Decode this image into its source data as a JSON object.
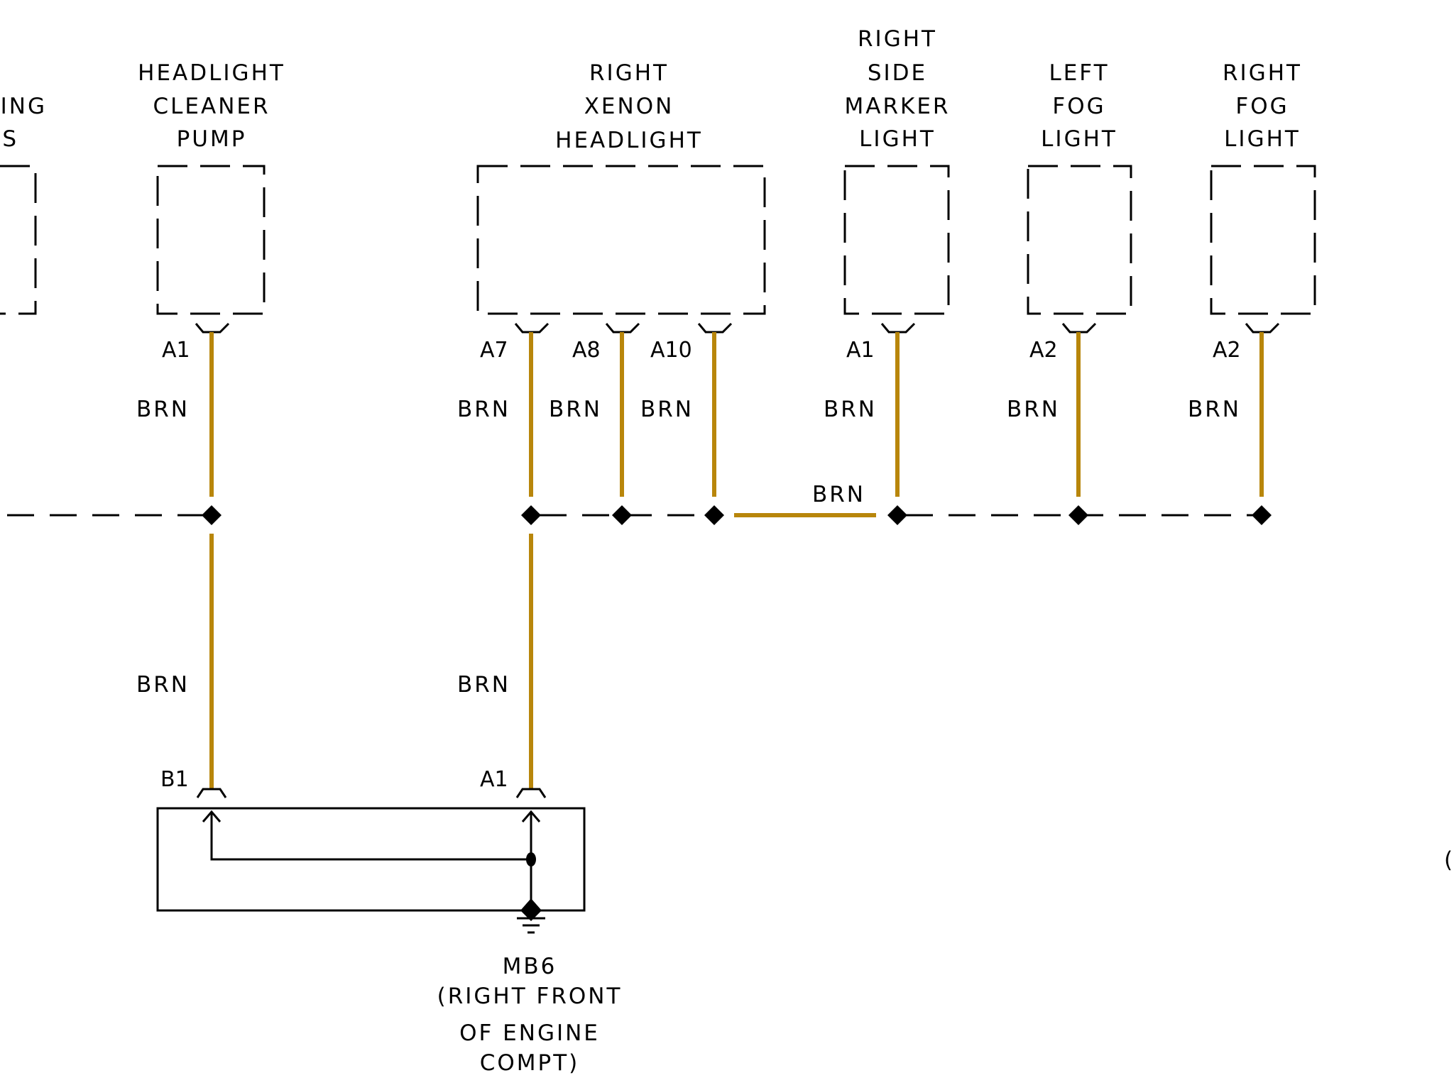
{
  "diagram": {
    "components": [
      {
        "id": "partial-left",
        "label_lines": [
          "...ING",
          "...S"
        ]
      },
      {
        "id": "headlight-cleaner-pump",
        "label_lines": [
          "HEADLIGHT",
          "CLEANER",
          "PUMP"
        ],
        "pins": [
          {
            "pin": "A1",
            "wire": "BRN"
          }
        ]
      },
      {
        "id": "right-xenon-headlight",
        "label_lines": [
          "RIGHT",
          "XENON",
          "HEADLIGHT"
        ],
        "pins": [
          {
            "pin": "A7",
            "wire": "BRN"
          },
          {
            "pin": "A8",
            "wire": "BRN"
          },
          {
            "pin": "A10",
            "wire": "BRN"
          }
        ]
      },
      {
        "id": "right-side-marker-light",
        "label_lines": [
          "RIGHT",
          "SIDE",
          "MARKER",
          "LIGHT"
        ],
        "pins": [
          {
            "pin": "A1",
            "wire": "BRN"
          }
        ]
      },
      {
        "id": "left-fog-light",
        "label_lines": [
          "LEFT",
          "FOG",
          "LIGHT"
        ],
        "pins": [
          {
            "pin": "A2",
            "wire": "BRN"
          }
        ]
      },
      {
        "id": "right-fog-light",
        "label_lines": [
          "RIGHT",
          "FOG",
          "LIGHT"
        ],
        "pins": [
          {
            "pin": "A2",
            "wire": "BRN"
          }
        ]
      }
    ],
    "splice_wire_label": "BRN",
    "lower_wires": [
      {
        "pin": "B1",
        "wire": "BRN"
      },
      {
        "pin": "A1",
        "wire": "BRN"
      }
    ],
    "ground": {
      "label_lines": [
        "MB6",
        "(RIGHT FRONT",
        "OF ENGINE",
        "COMPT)"
      ]
    },
    "edge_fragment": "(",
    "colors": {
      "wire_brn": "#b8860b",
      "line": "#000000",
      "background": "#ffffff"
    }
  }
}
